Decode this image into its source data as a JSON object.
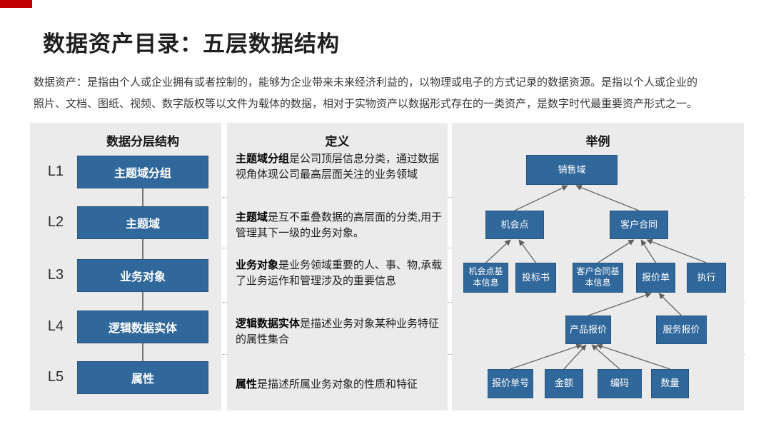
{
  "page": {
    "title": "数据资产目录：五层数据结构",
    "intro_line1": "数据资产：是指由个人或企业拥有或者控制的，能够为企业带来未来经济利益的，以物理或电子的方式记录的数据资源。是指以个人或企业的",
    "intro_line2": "照片、文档、图纸、视频、数字版权等以文件为载体的数据，相对于实物资产以数据形式存在的一类资产，是数字时代最重要资产形式之一。"
  },
  "colors": {
    "accent_red": "#c00000",
    "box_blue": "#31689b",
    "panel_gray": "#ebebeb",
    "arrow_gray": "#666666"
  },
  "layers_panel": {
    "header": "数据分层结构",
    "rows": [
      {
        "level": "L1",
        "label": "主题域分组"
      },
      {
        "level": "L2",
        "label": "主题域"
      },
      {
        "level": "L3",
        "label": "业务对象"
      },
      {
        "level": "L4",
        "label": "逻辑数据实体"
      },
      {
        "level": "L5",
        "label": "属性"
      }
    ]
  },
  "definitions_panel": {
    "header": "定义",
    "rows": [
      {
        "term": "主题域分组",
        "text": "是公司顶层信息分类，通过数据视角体现公司最高层面关注的业务领域"
      },
      {
        "term": "主题域",
        "text": "是互不重叠数据的高层面的分类,用于管理其下一级的业务对象。"
      },
      {
        "term": "业务对象",
        "text": "是业务领域重要的人、事、物,承载了业务运作和管理涉及的重要信息"
      },
      {
        "term": "逻辑数据实体",
        "text": "是描述业务对象某种业务特征的属性集合"
      },
      {
        "term": "属性",
        "text": "是描述所属业务对象的性质和特征"
      }
    ]
  },
  "example_panel": {
    "header": "举例",
    "nodes": [
      {
        "label": "销售域",
        "level": "L1"
      },
      {
        "label": "机会点",
        "level": "L2"
      },
      {
        "label": "客户合同",
        "level": "L2"
      },
      {
        "label": "机会点基本信息",
        "level": "L3"
      },
      {
        "label": "投标书",
        "level": "L3"
      },
      {
        "label": "客户合同基本信息",
        "level": "L3"
      },
      {
        "label": "报价单",
        "level": "L3"
      },
      {
        "label": "执行",
        "level": "L3"
      },
      {
        "label": "产品报价",
        "level": "L4"
      },
      {
        "label": "服务报价",
        "level": "L4"
      },
      {
        "label": "报价单号",
        "level": "L5"
      },
      {
        "label": "金额",
        "level": "L5"
      },
      {
        "label": "编码",
        "level": "L5"
      },
      {
        "label": "数量",
        "level": "L5"
      }
    ],
    "edges": [
      {
        "from": "机会点",
        "to": "销售域"
      },
      {
        "from": "客户合同",
        "to": "销售域"
      },
      {
        "from": "机会点基本信息",
        "to": "机会点"
      },
      {
        "from": "投标书",
        "to": "机会点"
      },
      {
        "from": "客户合同基本信息",
        "to": "客户合同"
      },
      {
        "from": "报价单",
        "to": "客户合同"
      },
      {
        "from": "执行",
        "to": "客户合同"
      },
      {
        "from": "产品报价",
        "to": "报价单"
      },
      {
        "from": "服务报价",
        "to": "报价单"
      },
      {
        "from": "报价单号",
        "to": "产品报价"
      },
      {
        "from": "金额",
        "to": "产品报价"
      },
      {
        "from": "编码",
        "to": "产品报价"
      },
      {
        "from": "数量",
        "to": "产品报价"
      }
    ]
  }
}
